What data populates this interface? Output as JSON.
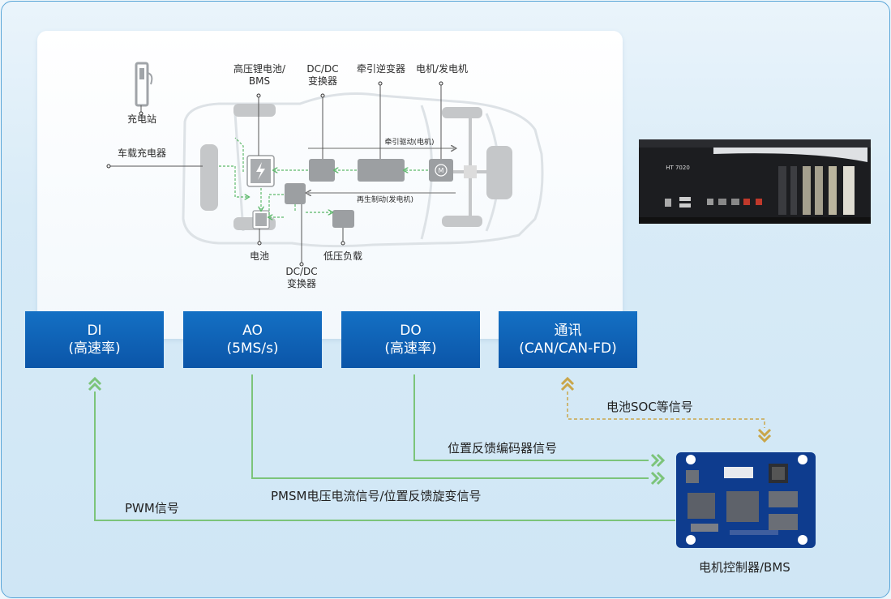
{
  "car_diagram": {
    "charging_station": "充电站",
    "onboard_charger": "车载充电器",
    "hv_battery": "高压锂电池/\nBMS",
    "dcdc_top": "DC/DC\n变换器",
    "inverter": "牵引逆变器",
    "motor": "电机/发电机",
    "traction_flow": "牵引驱动(电机)",
    "regen_flow": "再生制动(发电机)",
    "battery": "电池",
    "dcdc_bottom": "DC/DC\n变换器",
    "lv_load": "低压负载"
  },
  "device": {
    "brand": "",
    "model": "HT 7020"
  },
  "io_boxes": [
    {
      "title": "DI",
      "subtitle": "(高速率)"
    },
    {
      "title": "AO",
      "subtitle": "(5MS/s)"
    },
    {
      "title": "DO",
      "subtitle": "(高速率)"
    },
    {
      "title": "通讯",
      "subtitle": "(CAN/CAN-FD)"
    }
  ],
  "signals": {
    "battery_soc": "电池SOC等信号",
    "encoder": "位置反馈编码器信号",
    "pmsm": "PMSM电压电流信号/位置反馈旋变信号",
    "pwm": "PWM信号"
  },
  "controller_label": "电机控制器/BMS",
  "colors": {
    "accent": "#0b5aab",
    "green": "#7cc47a",
    "gold": "#c9a64a"
  }
}
